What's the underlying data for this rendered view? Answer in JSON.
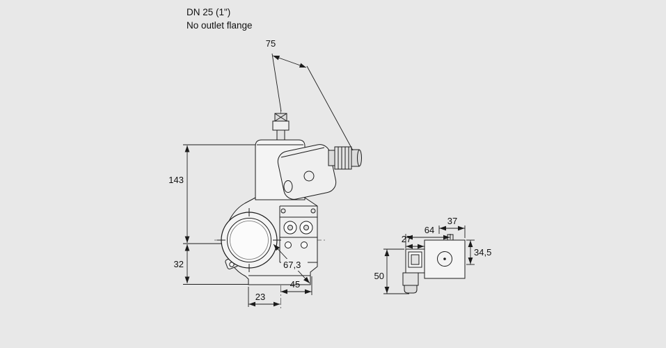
{
  "header": {
    "title": "DN 25 (1\")",
    "subtitle": "No outlet flange"
  },
  "colors": {
    "background": "#e8e8e8",
    "line": "#1c1c1c"
  },
  "front_view": {
    "dims": {
      "top_width": "75",
      "body_height": "143",
      "lower_height": "32",
      "bottom_offset": "23",
      "bottom_width": "45",
      "diagonal": "67,3"
    }
  },
  "side_view": {
    "dims": {
      "top_width": "37",
      "total_width": "64",
      "connector_width": "27",
      "upper_height": "34,5",
      "total_height": "50"
    }
  }
}
